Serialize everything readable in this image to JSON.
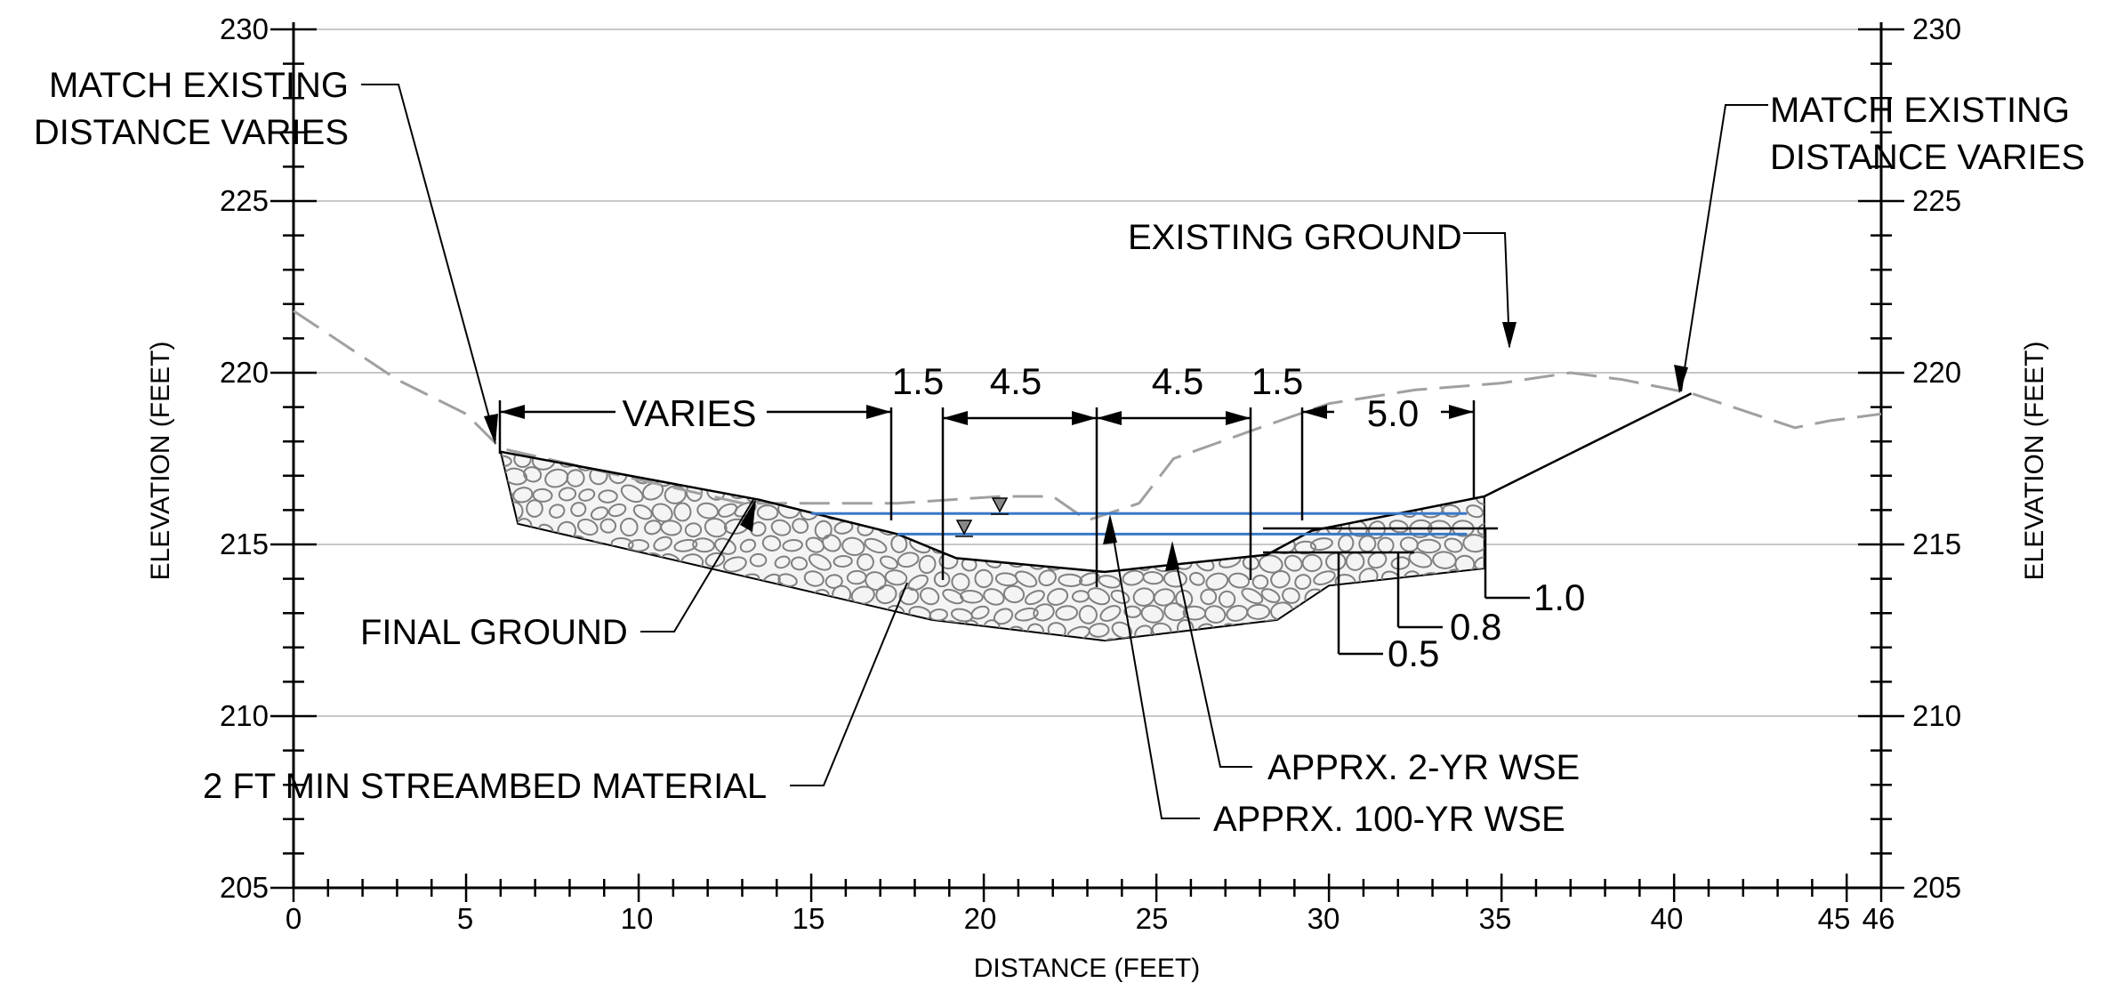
{
  "colors": {
    "linework": "#000000",
    "grid": "#c8c8c8",
    "existing_ground": "#a0a0a0",
    "streambed_fill": "#f4f4f4",
    "streambed_rock": "#808080",
    "water_surface": "#3a78c8"
  },
  "axes": {
    "x_title": "DISTANCE (FEET)",
    "y_title_left": "ELEVATION (FEET)",
    "y_title_right": "ELEVATION (FEET)",
    "x_tick_labels": [
      "0",
      "5",
      "10",
      "15",
      "20",
      "25",
      "30",
      "35",
      "40",
      "45",
      "46"
    ],
    "y_tick_labels": [
      "230",
      "225",
      "220",
      "215",
      "210",
      "205"
    ]
  },
  "callouts": {
    "match_existing_left_1": "MATCH EXISTING",
    "match_existing_left_2": "DISTANCE VARIES",
    "match_existing_right_1": "MATCH EXISTING",
    "match_existing_right_2": "DISTANCE VARIES",
    "existing_ground": "EXISTING GROUND",
    "final_ground": "FINAL GROUND",
    "streambed_material": "2 FT MIN STREAMBED MATERIAL",
    "wse_2yr": "APPRX. 2-YR WSE",
    "wse_100yr": "APPRX. 100-YR WSE"
  },
  "dimensions": {
    "varies": "VARIES",
    "d1": "1.5",
    "d2": "4.5",
    "d3": "4.5",
    "d4": "1.5",
    "d5": "5.0",
    "v1": "1.0",
    "v2": "0.8",
    "v3": "0.5"
  },
  "chart_data": {
    "type": "cross-section",
    "xlim": [
      0,
      46
    ],
    "ylim": [
      205,
      230
    ],
    "final_ground": [
      [
        6,
        217.7
      ],
      [
        13.5,
        216.3
      ],
      [
        17.5,
        215.3
      ],
      [
        19.2,
        214.6
      ],
      [
        23.5,
        214.2
      ],
      [
        28.2,
        214.7
      ],
      [
        29.5,
        215.4
      ],
      [
        34.5,
        216.4
      ],
      [
        40.5,
        219.4
      ]
    ],
    "streambed_bottom": [
      [
        6.5,
        215.6
      ],
      [
        18.5,
        212.8
      ],
      [
        23.5,
        212.2
      ],
      [
        28.5,
        212.8
      ],
      [
        30,
        213.8
      ],
      [
        34.5,
        214.3
      ]
    ],
    "existing_ground": [
      [
        0,
        221.8
      ],
      [
        3,
        219.8
      ],
      [
        5,
        218.8
      ],
      [
        6,
        217.8
      ],
      [
        13,
        216.2
      ],
      [
        17.5,
        216.2
      ],
      [
        20.5,
        216.4
      ],
      [
        22,
        216.4
      ],
      [
        23,
        215.7
      ],
      [
        24.5,
        216.2
      ],
      [
        25.5,
        217.5
      ],
      [
        28,
        218.4
      ],
      [
        30,
        219.1
      ],
      [
        32.5,
        219.5
      ],
      [
        35,
        219.7
      ],
      [
        37,
        220
      ],
      [
        38.5,
        219.8
      ],
      [
        40.5,
        219.4
      ],
      [
        43.5,
        218.4
      ],
      [
        44.5,
        218.6
      ],
      [
        46,
        218.8
      ]
    ],
    "wse_100yr_elevation": 215.9,
    "wse_2yr_elevation": 215.3,
    "wse_extent": [
      15,
      34
    ]
  }
}
